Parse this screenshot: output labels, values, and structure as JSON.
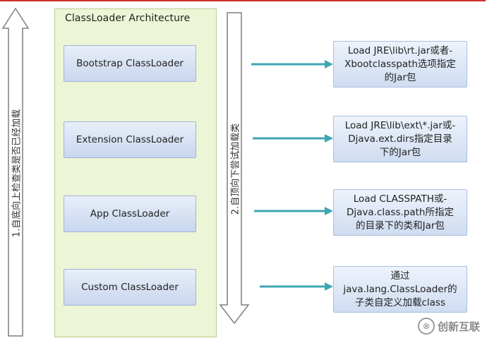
{
  "title": "ClassLoader Architecture",
  "loaders": [
    "Bootstrap ClassLoader",
    "Extension ClassLoader",
    "App ClassLoader",
    "Custom ClassLoader"
  ],
  "descriptions": [
    "Load JRE\\lib\\rt.jar或者-\nXbootclasspath选项指定\n的Jar包",
    "Load JRE\\lib\\ext\\*.jar或-\nDjava.ext.dirs指定目录\n下的Jar包",
    "Load CLASSPATH或-\nDjava.class.path所指定\n的目录下的类和Jar包",
    "通过\njava.lang.ClassLoader的\n子类自定义加载class"
  ],
  "left_arrow_label": "1.自底向上检查类是否已经加载",
  "middle_arrow_label": "2.自顶向下尝试加载类",
  "watermark": {
    "text": "创新互联"
  },
  "colors": {
    "panel": "#ecf5d6",
    "box": "#c8d6ee",
    "connector": "#3fa6b3",
    "frame": "#c9302c"
  }
}
